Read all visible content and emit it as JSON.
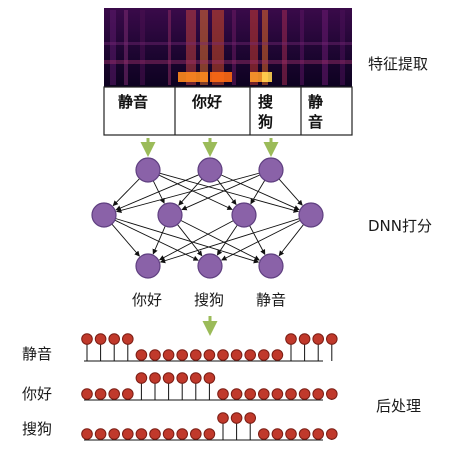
{
  "labels": {
    "feature_extraction": "特征提取",
    "dnn_scoring": "DNN打分",
    "post_processing": "后处理"
  },
  "segments": [
    "静音",
    "你好",
    "搜狗",
    "静音"
  ],
  "output_labels": [
    "你好",
    "搜狗",
    "静音"
  ],
  "rows": [
    {
      "label": "静音",
      "pattern": "1111000000000001111"
    },
    {
      "label": "你好",
      "pattern": "0000111111000000000"
    },
    {
      "label": "搜狗",
      "pattern": "0000000000111000000"
    }
  ],
  "colors": {
    "node": "#8a62a8",
    "node_stroke": "#5f3f80",
    "arrow_green": "#9bbb59",
    "lollipop": "#c0392b",
    "lollipop_stroke": "#7b1d14"
  }
}
